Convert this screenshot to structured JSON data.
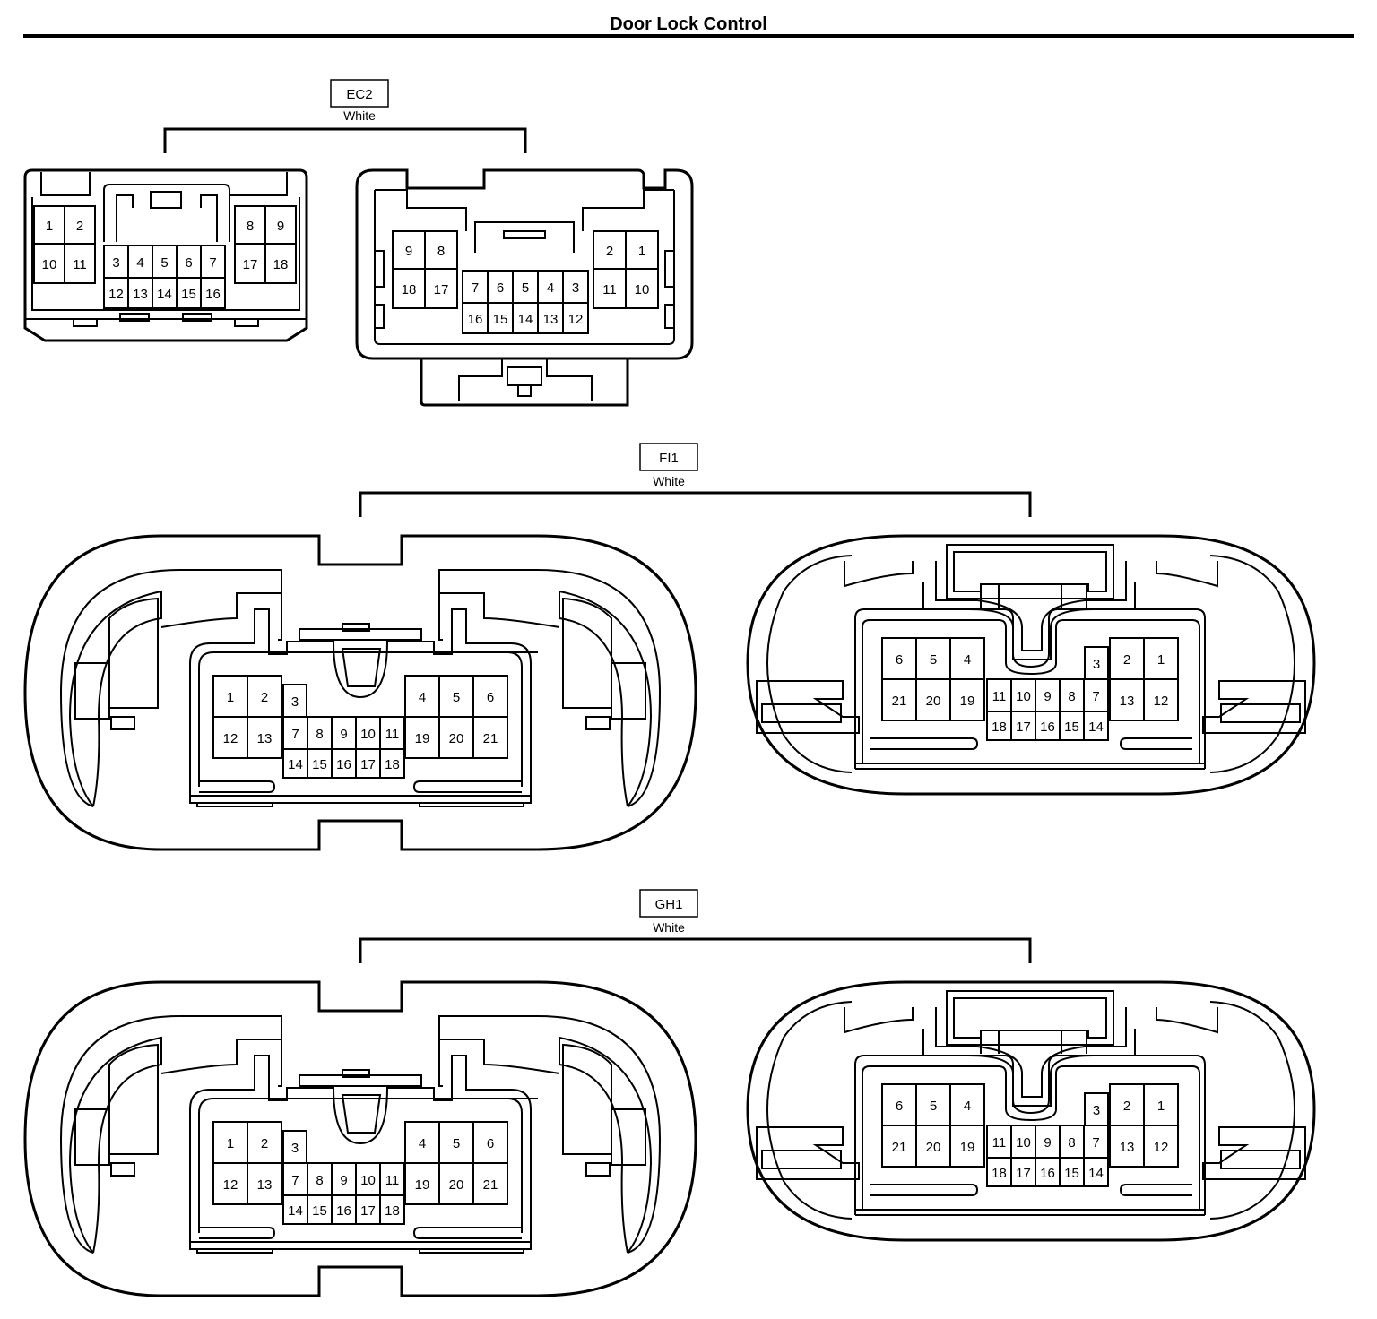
{
  "page": {
    "title": "Door Lock Control"
  },
  "connectors": [
    {
      "code": "EC2",
      "color": "White",
      "left_pins": [
        [
          "1",
          "2",
          "8",
          "9"
        ],
        [
          "10",
          "11",
          "17",
          "18"
        ],
        [
          "3",
          "4",
          "5",
          "6",
          "7"
        ],
        [
          "12",
          "13",
          "14",
          "15",
          "16"
        ]
      ],
      "right_pins": [
        [
          "9",
          "8",
          "2",
          "1"
        ],
        [
          "18",
          "17",
          "11",
          "10"
        ],
        [
          "7",
          "6",
          "5",
          "4",
          "3"
        ],
        [
          "16",
          "15",
          "14",
          "13",
          "12"
        ]
      ]
    },
    {
      "code": "FI1",
      "color": "White",
      "left_pins": {
        "top": [
          "1",
          "2",
          "3",
          "4",
          "5",
          "6"
        ],
        "mid": [
          "12",
          "13",
          "7",
          "8",
          "9",
          "10",
          "11",
          "19",
          "20",
          "21"
        ],
        "bottom": [
          "14",
          "15",
          "16",
          "17",
          "18"
        ]
      },
      "right_pins": {
        "top": [
          "6",
          "5",
          "4",
          "3",
          "2",
          "1"
        ],
        "mid": [
          "21",
          "20",
          "19",
          "11",
          "10",
          "9",
          "8",
          "7",
          "13",
          "12"
        ],
        "bottom": [
          "18",
          "17",
          "16",
          "15",
          "14"
        ]
      }
    },
    {
      "code": "GH1",
      "color": "White",
      "left_pins": {
        "top": [
          "1",
          "2",
          "3",
          "4",
          "5",
          "6"
        ],
        "mid": [
          "12",
          "13",
          "7",
          "8",
          "9",
          "10",
          "11",
          "19",
          "20",
          "21"
        ],
        "bottom": [
          "14",
          "15",
          "16",
          "17",
          "18"
        ]
      },
      "right_pins": {
        "top": [
          "6",
          "5",
          "4",
          "3",
          "2",
          "1"
        ],
        "mid": [
          "21",
          "20",
          "19",
          "11",
          "10",
          "9",
          "8",
          "7",
          "13",
          "12"
        ],
        "bottom": [
          "18",
          "17",
          "16",
          "15",
          "14"
        ]
      }
    }
  ],
  "colors": {
    "line": "#000000",
    "background": "#ffffff"
  }
}
